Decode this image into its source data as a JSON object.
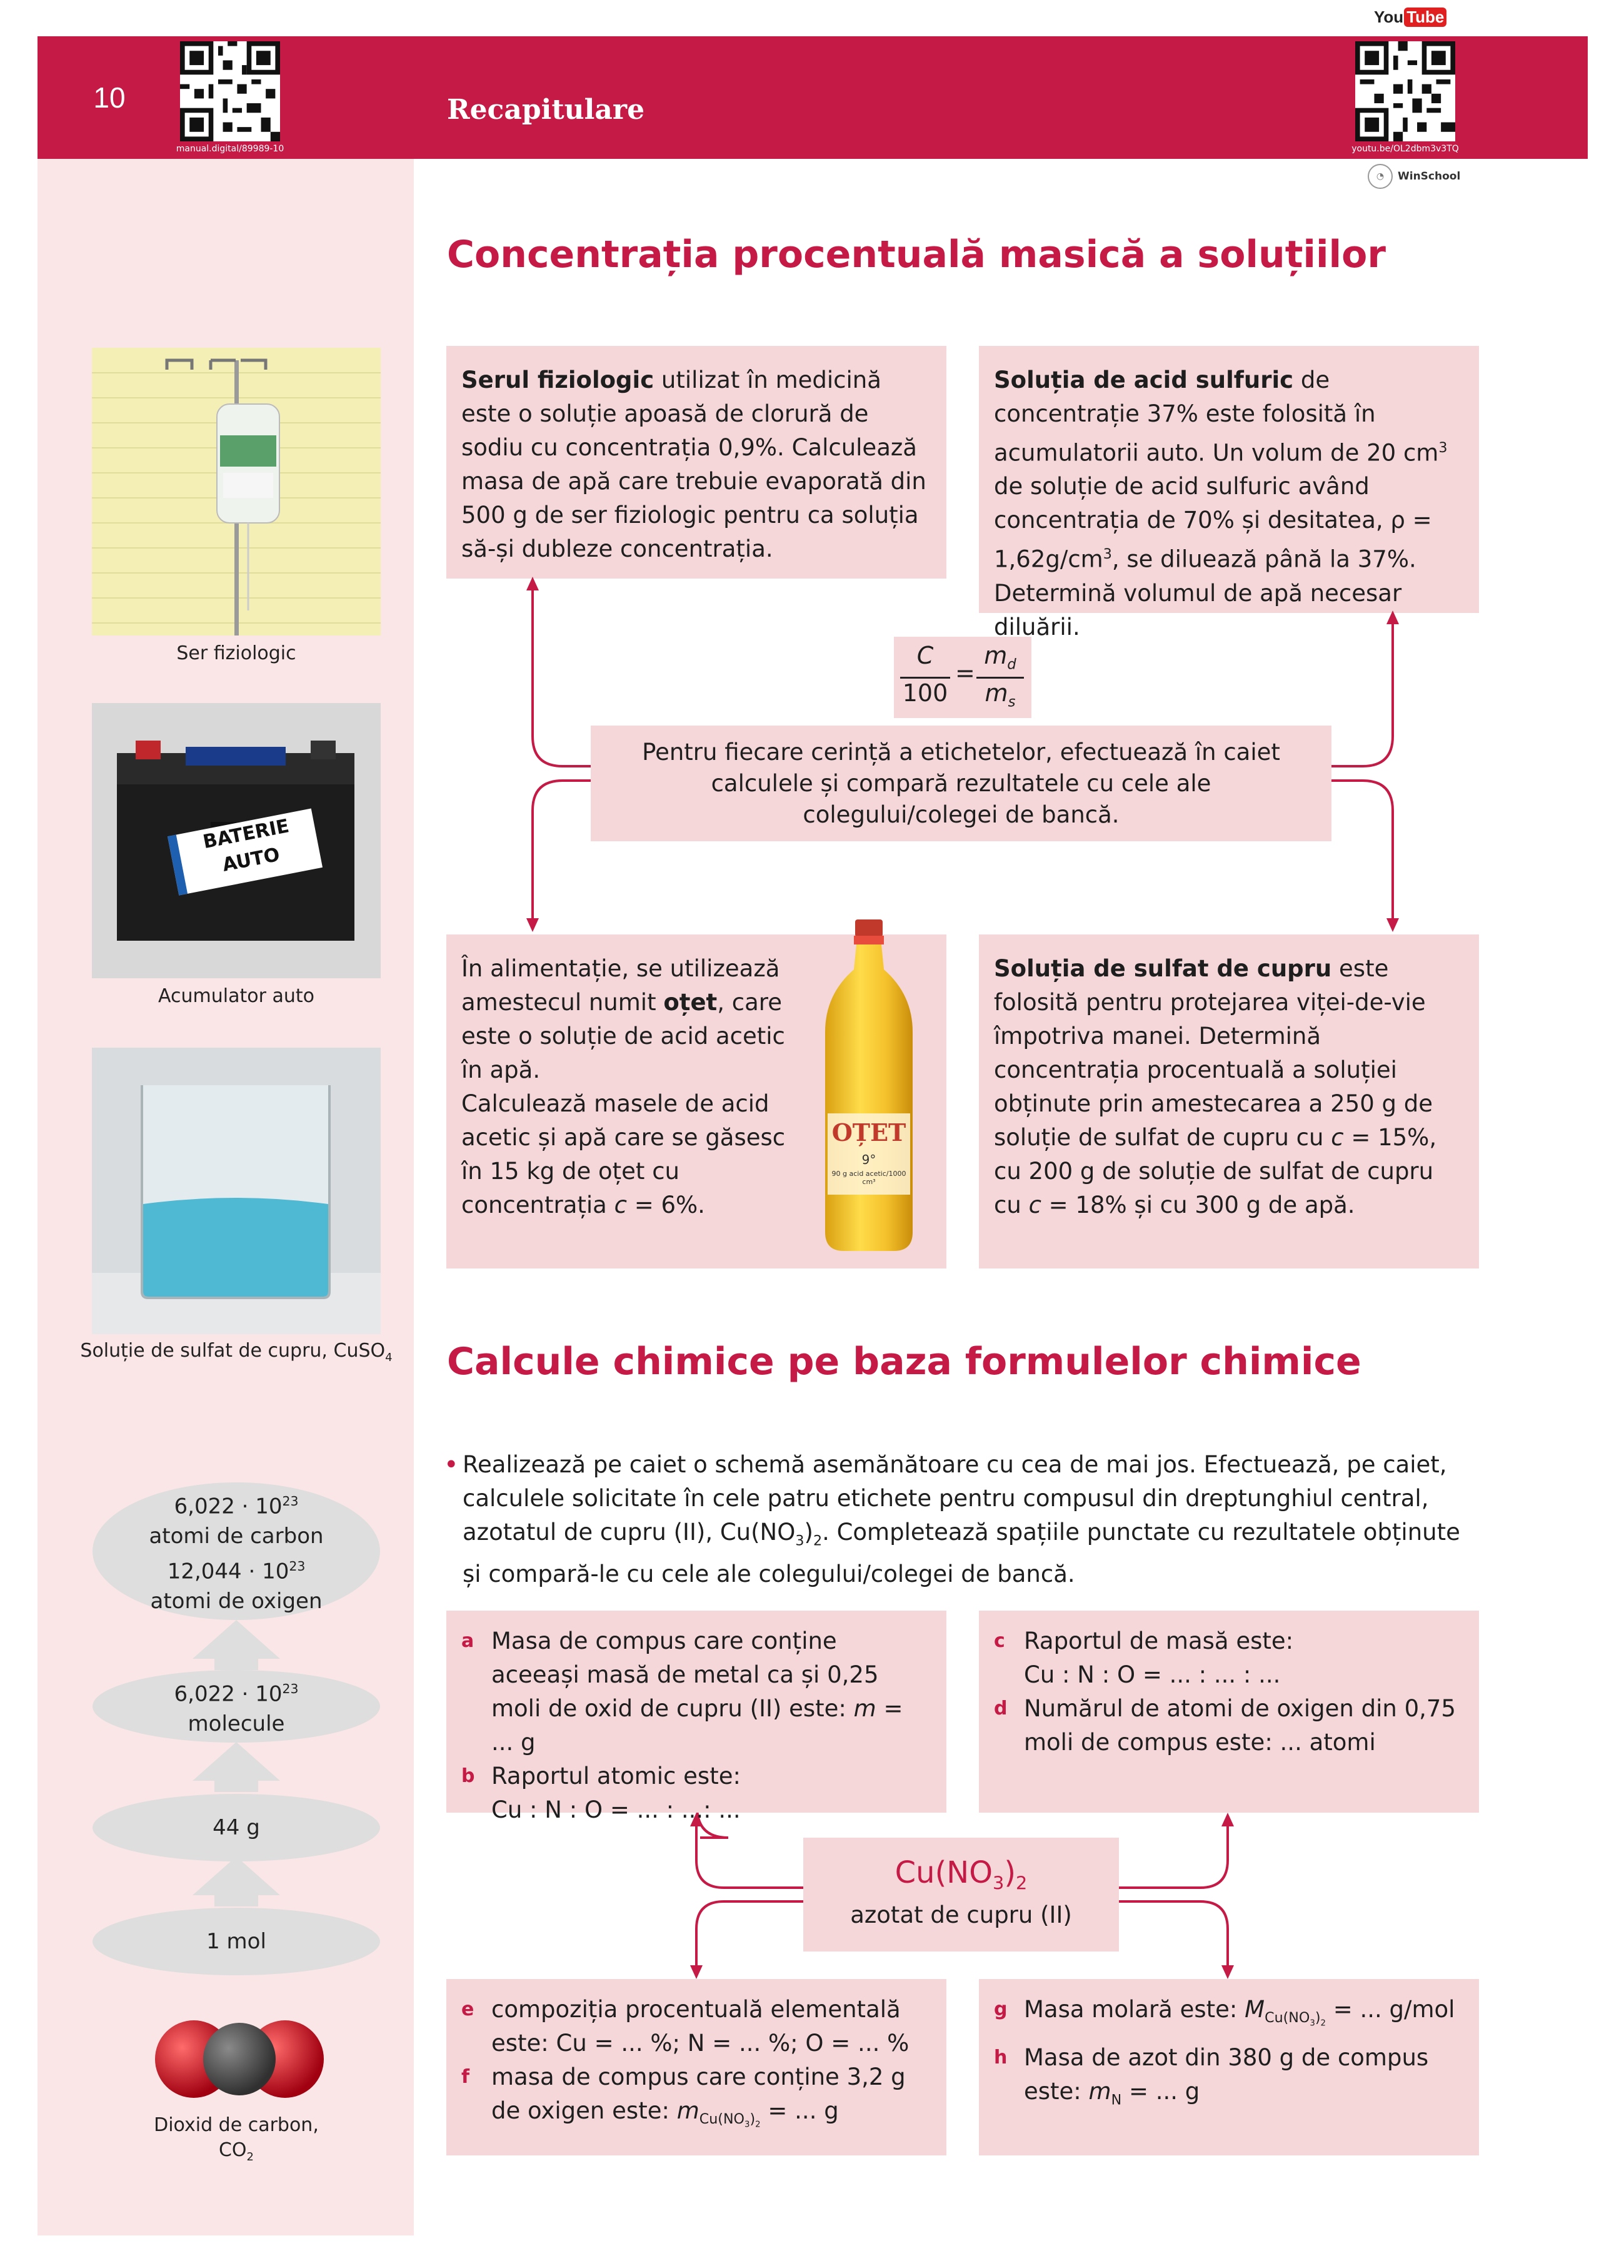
{
  "header": {
    "page_number": "10",
    "title": "Recapitulare",
    "qr_left_caption": "manual.digital/89989-10",
    "qr_right_caption": "youtu.be/OL2dbm3v3TQ",
    "youtube_you": "You",
    "youtube_tube": "Tube",
    "winschool": "WinSchool"
  },
  "sidebar": {
    "captions": {
      "ser": "Ser fiziologic",
      "battery": "Acumulator auto",
      "cuso4_prefix": "Soluție de sulfat de cupru, CuSO",
      "cuso4_sub": "4",
      "co2_line1": "Dioxid de carbon,",
      "co2_line2": "CO",
      "co2_sub": "2"
    },
    "battery_label_line1": "BATERIE",
    "battery_label_line2": "AUTO",
    "scheme": {
      "top_line1": "6,022 · 10",
      "top_exp1": "23",
      "top_line2": "atomi de carbon",
      "top_line3": "12,044 · 10",
      "top_exp3": "23",
      "top_line4": "atomi de oxigen",
      "molecule_line1": "6,022 · 10",
      "molecule_exp": "23",
      "molecule_line2": "molecule",
      "mass": "44 g",
      "mol": "1 mol"
    }
  },
  "section1": {
    "title": "Concentrația procentuală masică a soluțiilor",
    "box_ser": {
      "bold": "Serul fiziologic",
      "text": " utilizat în medicină este o soluție apoasă de clorură de sodiu cu concentrația 0,9%. Calculează masa de apă care trebuie evaporată din 500 g de ser fiziologic pentru ca soluția să-și dubleze concentrația."
    },
    "box_acid": {
      "bold": "Soluția de acid sulfuric",
      "text1": " de concentrație 37% este folosită în acumulatorii auto. Un volum de 20 cm",
      "sup1": "3",
      "text2": " de soluție de acid sulfuric având concentrația de 70% și desitatea, ρ = 1,62g/cm",
      "sup2": "3",
      "text3": ", se diluează până la 37%. Determină volumul de apă necesar diluării."
    },
    "formula": {
      "c": "C",
      "hundred": "100",
      "eq": "=",
      "md": "m",
      "md_sub": "d",
      "ms": "m",
      "ms_sub": "s"
    },
    "center_text": "Pentru fiecare cerință a etichetelor, efectuează în caiet calculele și compară rezultatele cu cele ale colegului/colegei de bancă.",
    "box_otet": {
      "t1": "În alimentație, se utilizează amestecul numit ",
      "bold": "oțet",
      "t2": ", care este o soluție de acid acetic în apă.",
      "t3": "Calculează masele de acid acetic și apă care se găsesc în 15 kg de oțet cu concentrația ",
      "c": "c",
      "t4": " = 6%."
    },
    "bottle": {
      "label": "OȚET",
      "degree": "9°",
      "small": "90 g acid acetic/1000 cm³"
    },
    "box_cuso4": {
      "bold": "Soluția de sulfat de cupru",
      "t1": " este folosită pentru protejarea viței-de-vie împotriva manei. Determină concentrația procentuală a soluției obținute prin amestecarea a 250 g de soluție de sulfat de cupru cu ",
      "c1": "c",
      "t2": " = 15%, cu 200 g de soluție de sulfat de cupru cu ",
      "c2": "c",
      "t3": " = 18% și cu 300 g de apă."
    }
  },
  "section2": {
    "title": "Calcule chimice pe baza formulelor chimice",
    "bullet": {
      "t1": "Realizează pe caiet o schemă asemănătoare cu cea de mai jos. Efectuează, pe caiet, calculele solicitate în cele patru etichete pentru compusul din dreptunghiul central, azotatul de cupru (II), Cu(NO",
      "sub1": "3",
      "t2": ")",
      "sub2": "2",
      "t3": ". Completează spațiile punctate cu rezultatele obținute și compară-le cu cele ale colegului/colegei de bancă."
    },
    "box_ab": {
      "a_letter": "a",
      "a_text1": "Masa de compus care conține aceeași masă de metal ca și 0,25 moli de oxid de cupru (II) este: ",
      "a_m": "m",
      "a_text2": " = ... g",
      "b_letter": "b",
      "b_text1": "Raportul atomic este:",
      "b_text2": "Cu : N : O = ... : ...: ..."
    },
    "box_cd": {
      "c_letter": "c",
      "c_text1": "Raportul de masă este:",
      "c_text2": "Cu : N : O = ... : ... : ...",
      "d_letter": "d",
      "d_text": "Numărul de atomi de oxigen din 0,75 moli de compus este: ... atomi"
    },
    "center": {
      "formula_main": "Cu(NO",
      "formula_sub1": "3",
      "formula_close": ")",
      "formula_sub2": "2",
      "name": "azotat de cupru (II)"
    },
    "box_ef": {
      "e_letter": "e",
      "e_text": "compoziția procentuală elementală este: Cu = ... %; N = ... %; O = ... %",
      "f_letter": "f",
      "f_text1": "masa de compus care conține 3,2 g de oxigen este: ",
      "f_m": "m",
      "f_sub": "Cu(NO",
      "f_sub3": "3",
      "f_sub_close": ")",
      "f_sub2": "2",
      "f_text2": " = ... g"
    },
    "box_gh": {
      "g_letter": "g",
      "g_text1": "Masa molară este: ",
      "g_m": "M",
      "g_sub": "Cu(NO",
      "g_sub3": "3",
      "g_sub_close": ")",
      "g_sub2": "2",
      "g_text2": " = ... g/mol",
      "h_letter": "h",
      "h_text1": "Masa de azot din 380 g de compus este: ",
      "h_m": "m",
      "h_sub": "N",
      "h_text2": " = ... g"
    }
  },
  "colors": {
    "accent": "#c51a46",
    "box": "#f5d7d9",
    "sidebar": "#fbe6e7",
    "ellipse": "#dedede"
  }
}
